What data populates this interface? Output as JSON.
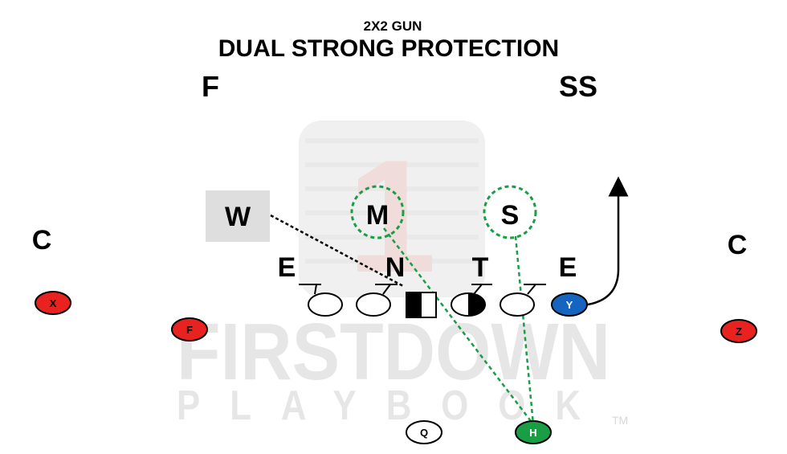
{
  "title": {
    "formation": "2X2 GUN",
    "protection": "DUAL STRONG PROTECTION"
  },
  "watermark": {
    "line1": "FIRSTDOWN",
    "line2": "PLAYBOOK",
    "trademark": "TM",
    "logo_digit": "1"
  },
  "defense": {
    "free_safety": "F",
    "strong_safety": "SS",
    "corner_left": "C",
    "corner_right": "C",
    "will": "W",
    "mike": "M",
    "sam": "S",
    "end_left": "E",
    "nose": "N",
    "tackle": "T",
    "end_right": "E"
  },
  "offense": {
    "x": "X",
    "f": "F",
    "y": "Y",
    "z": "Z",
    "q": "Q",
    "h": "H"
  },
  "colors": {
    "receiver_red": "#e8231f",
    "tight_end_blue": "#1565c0",
    "back_green": "#1a9e45",
    "assignment_green": "#1a9e45",
    "will_box": "#dedede"
  }
}
